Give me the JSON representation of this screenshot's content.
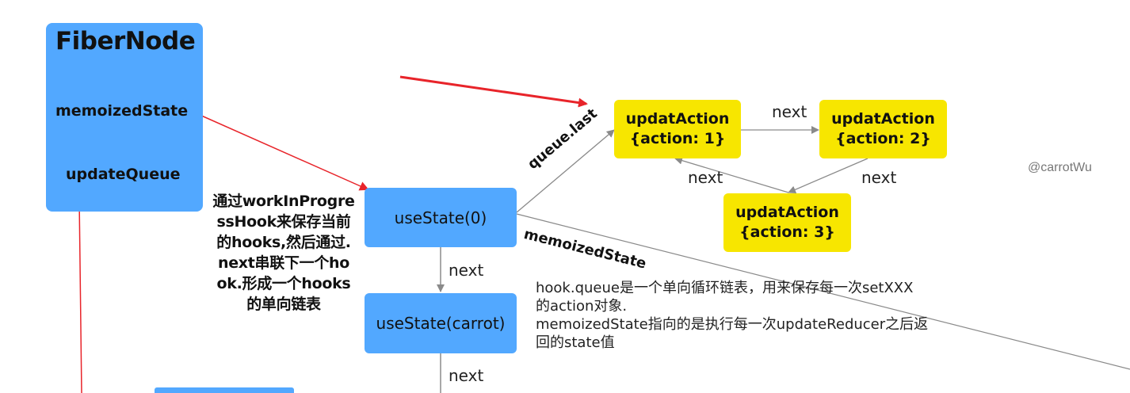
{
  "fiber_node": {
    "title": "FiberNode",
    "field_memoized": "memoizedState",
    "field_update_queue": "updateQueue"
  },
  "hooks": [
    {
      "label": "useState(0)"
    },
    {
      "label": "useState(carrot)"
    }
  ],
  "hook_next_labels": [
    "next",
    "next"
  ],
  "update_actions": [
    {
      "title": "updatAction",
      "payload": "{action: 1}"
    },
    {
      "title": "updatAction",
      "payload": "{action: 2}"
    },
    {
      "title": "updatAction",
      "payload": "{action: 3}"
    }
  ],
  "update_next_labels": [
    "next",
    "next",
    "next"
  ],
  "queue_last_label": "queue.last",
  "memoized_state_label": "memoizedState",
  "chinese_note_lines": [
    "通过workInProgre",
    "ssHook来保存当前",
    "的hooks,然后通过.",
    "next串联下一个ho",
    "ok.形成一个hooks",
    "的单向链表"
  ],
  "description_lines": [
    "hook.queue是一个单向循环链表，用来保存每一次setXXX",
    "的action对象.",
    "memoizedState指向的是执行每一次updateReducer之后返",
    "回的state值"
  ],
  "watermark": "@carrotWu",
  "colors": {
    "node_blue": "#52a8ff",
    "update_yellow": "#f7e600",
    "arrow_red": "#e8242a",
    "arrow_gray": "#888888"
  }
}
